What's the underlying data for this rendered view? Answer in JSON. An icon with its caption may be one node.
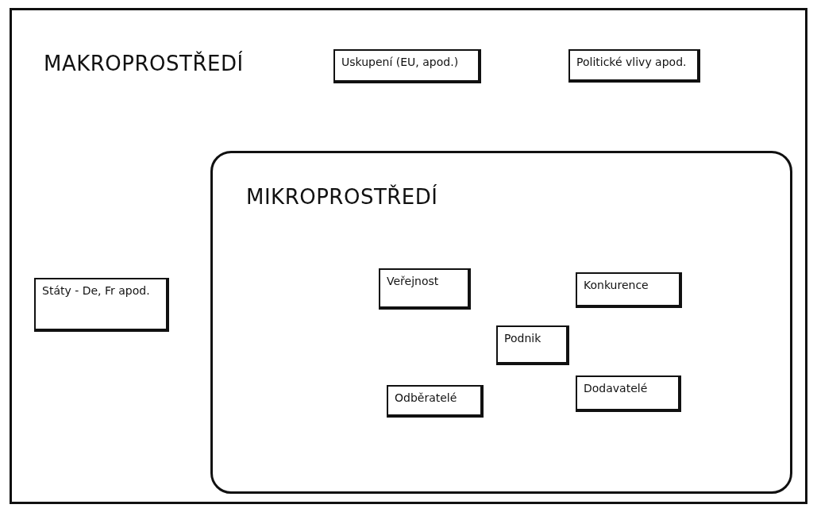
{
  "diagram": {
    "nodes": [
      {
        "text": [
          "MAKROPROSTŘEDÍ"
        ]
      },
      {
        "text": [
          "Uskupení (EU, apod.)"
        ],
        "in": 0
      },
      {
        "text": [
          "Politické vlivy apod."
        ],
        "in": 0
      },
      {
        "text": [
          "Státy - De, Fr apod."
        ],
        "in": 0
      },
      {
        "text": [
          "MIKROPROSTŘEDÍ"
        ],
        "in": 0
      },
      {
        "text": [
          "Veřejnost"
        ],
        "in": 4
      },
      {
        "text": [
          "Konkurence"
        ],
        "in": 4
      },
      {
        "text": [
          "Podnik"
        ],
        "in": 4
      },
      {
        "text": [
          "Odběratelé"
        ],
        "in": 4
      },
      {
        "text": [
          "Dodavatelé"
        ],
        "in": 4
      }
    ]
  }
}
